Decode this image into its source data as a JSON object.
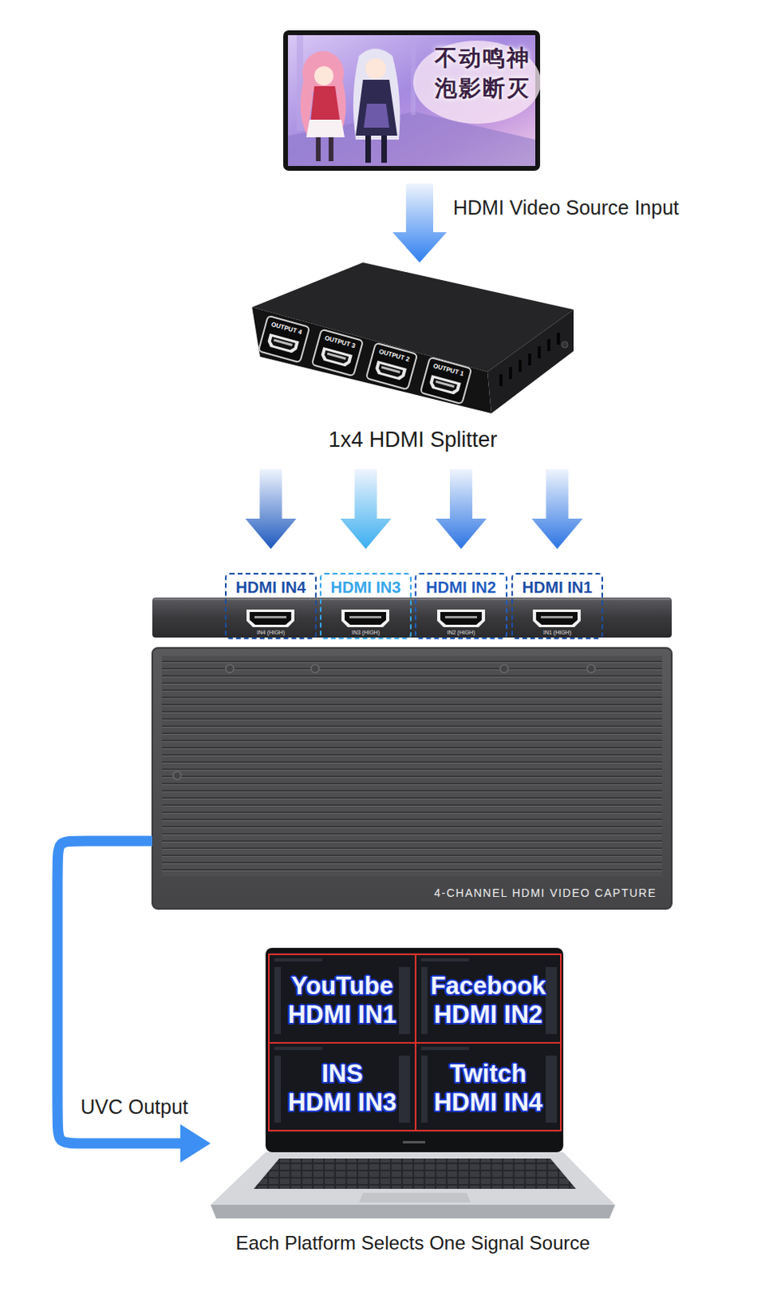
{
  "diagram": {
    "nodes": [
      {
        "text": [
          "不动鸣神 泡影断灭"
        ]
      },
      {
        "text": [
          "1x4 HDMI Splitter"
        ]
      },
      {
        "text": [
          "HDMI IN4",
          "IN4 (HIGH)"
        ]
      },
      {
        "text": [
          "HDMI IN3",
          "IN3 (HIGH)"
        ]
      },
      {
        "text": [
          "HDMI IN2",
          "IN2 (HIGH)"
        ]
      },
      {
        "text": [
          "HDMI IN1",
          "IN1 (HIGH)"
        ]
      },
      {
        "text": [
          "4-CHANNEL HDMI VIDEO CAPTURE"
        ]
      },
      {
        "text": [
          "Each Platform Selects One Signal Source"
        ]
      },
      {
        "text": [
          "YouTube",
          "HDMI IN1"
        ],
        "in": 7
      },
      {
        "text": [
          "Facebook",
          "HDMI IN2"
        ],
        "in": 7
      },
      {
        "text": [
          "INS",
          "HDMI IN3"
        ],
        "in": 7
      },
      {
        "text": [
          "Twitch",
          "HDMI IN4"
        ],
        "in": 7
      }
    ],
    "edges": [
      {
        "from": 0,
        "to": 1,
        "arrow": "to",
        "label": "HDMI Video Source Input"
      },
      {
        "from": 1,
        "to": 2,
        "arrow": "to"
      },
      {
        "from": 1,
        "to": 3,
        "arrow": "to"
      },
      {
        "from": 1,
        "to": 4,
        "arrow": "to"
      },
      {
        "from": 1,
        "to": 5,
        "arrow": "to"
      },
      {
        "from": 6,
        "to": 7,
        "arrow": "to",
        "label": "UVC Output"
      }
    ],
    "labels": [
      "OUTPUT 4",
      "OUTPUT 3",
      "OUTPUT 2",
      "OUTPUT 1"
    ]
  }
}
